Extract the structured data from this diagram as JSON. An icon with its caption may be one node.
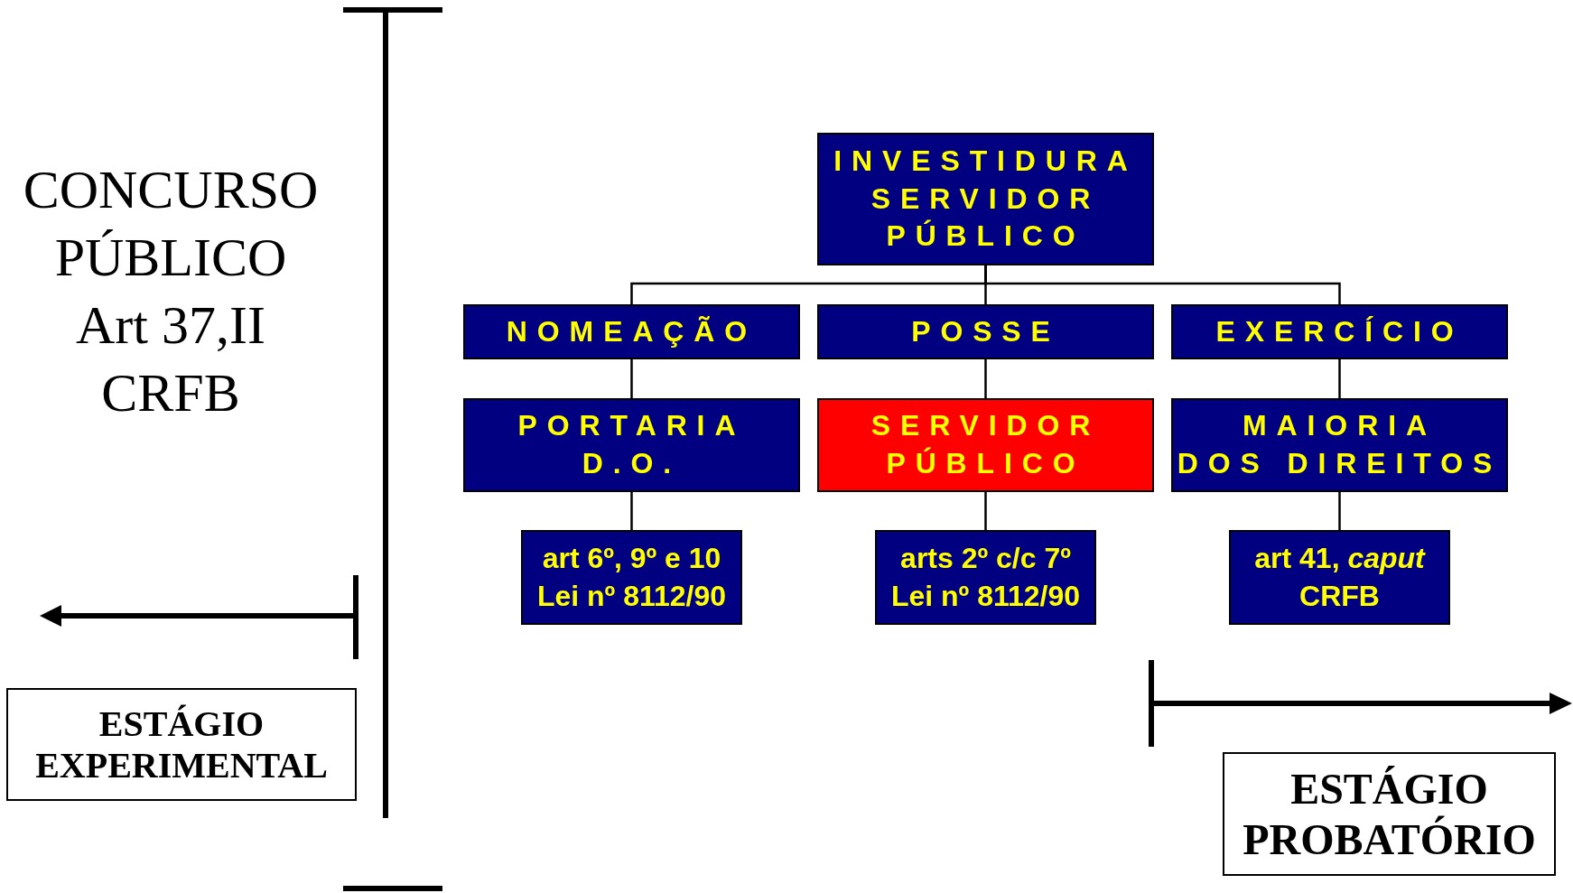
{
  "diagram": {
    "nodes": [
      {
        "text": [
          "INVESTIDURA SERVIDOR PÚBLICO"
        ]
      },
      {
        "text": [
          "NOMEAÇÃO"
        ]
      },
      {
        "text": [
          "POSSE"
        ]
      },
      {
        "text": [
          "EXERCÍCIO"
        ]
      },
      {
        "text": [
          "PORTARIA D.O."
        ]
      },
      {
        "text": [
          "SERVIDOR PÚBLICO"
        ]
      },
      {
        "text": [
          "MAIORIA DOS DIREITOS"
        ]
      },
      {
        "text": [
          "art 6º, 9º e 10 Lei nº 8112/90"
        ]
      },
      {
        "text": [
          "arts 2º c/c 7º Lei nº 8112/90"
        ]
      },
      {
        "text": [
          "art 41, *caput* CRFB"
        ]
      },
      {
        "text": [
          "ESTÁGIO EXPERIMENTAL"
        ]
      },
      {
        "text": [
          "ESTÁGIO PROBATÓRIO"
        ]
      }
    ],
    "edges": [
      {
        "from": 0,
        "to": 1,
        "arrow": "none"
      },
      {
        "from": 0,
        "to": 2,
        "arrow": "none"
      },
      {
        "from": 0,
        "to": 3,
        "arrow": "none"
      },
      {
        "from": 1,
        "to": 4,
        "arrow": "none"
      },
      {
        "from": 2,
        "to": 5,
        "arrow": "none"
      },
      {
        "from": 3,
        "to": 6,
        "arrow": "none"
      },
      {
        "from": 4,
        "to": 7,
        "arrow": "none"
      },
      {
        "from": 5,
        "to": 8,
        "arrow": "none"
      },
      {
        "from": 6,
        "to": 9,
        "arrow": "none"
      }
    ],
    "labels": [
      "CONCURSO PÚBLICO Art 37,II CRFB"
    ]
  }
}
